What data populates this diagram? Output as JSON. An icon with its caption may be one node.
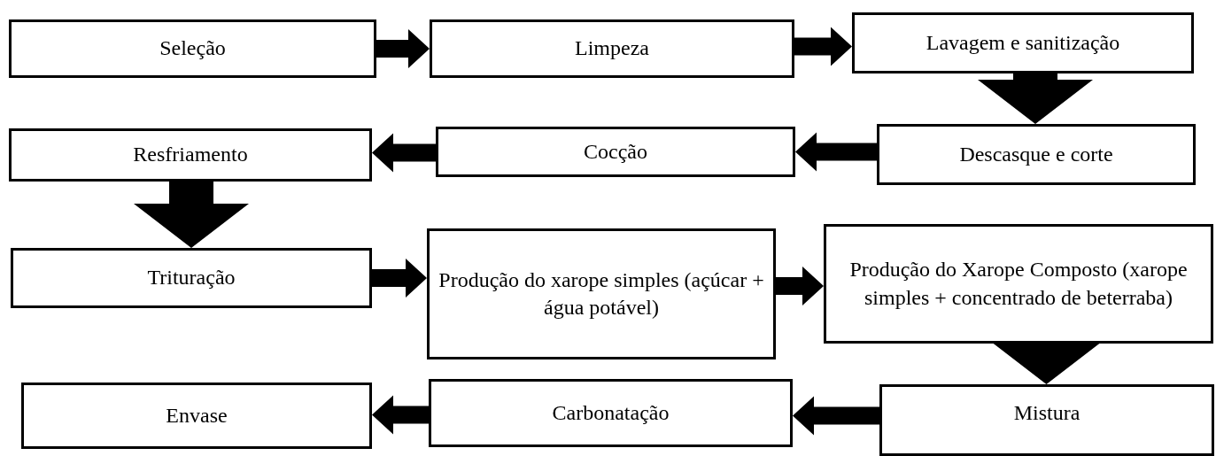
{
  "diagram": {
    "nodes": [
      {
        "text": [
          "Seleção"
        ]
      },
      {
        "text": [
          "Limpeza"
        ]
      },
      {
        "text": [
          "Lavagem e sanitização"
        ]
      },
      {
        "text": [
          "Descasque e corte"
        ]
      },
      {
        "text": [
          "Cocção"
        ]
      },
      {
        "text": [
          "Resfriamento"
        ]
      },
      {
        "text": [
          "Trituração"
        ]
      },
      {
        "text": [
          "Produção do xarope simples (açúcar + água potável)"
        ]
      },
      {
        "text": [
          "Produção do Xarope Composto (xarope simples + concentrado de beterraba)"
        ]
      },
      {
        "text": [
          "Mistura"
        ]
      },
      {
        "text": [
          "Carbonatação"
        ]
      },
      {
        "text": [
          "Envase"
        ]
      }
    ],
    "edges": [
      {
        "from": 0,
        "to": 1,
        "arrow": "to",
        "style": "thick"
      },
      {
        "from": 1,
        "to": 2,
        "arrow": "to",
        "style": "thick"
      },
      {
        "from": 2,
        "to": 3,
        "arrow": "to",
        "style": "thick"
      },
      {
        "from": 3,
        "to": 4,
        "arrow": "to",
        "style": "thick"
      },
      {
        "from": 4,
        "to": 5,
        "arrow": "to",
        "style": "thick"
      },
      {
        "from": 5,
        "to": 6,
        "arrow": "to",
        "style": "thick"
      },
      {
        "from": 6,
        "to": 7,
        "arrow": "to",
        "style": "thick"
      },
      {
        "from": 7,
        "to": 8,
        "arrow": "to",
        "style": "thick"
      },
      {
        "from": 8,
        "to": 9,
        "arrow": "to",
        "style": "thick"
      },
      {
        "from": 9,
        "to": 10,
        "arrow": "to",
        "style": "thick"
      },
      {
        "from": 10,
        "to": 11,
        "arrow": "to",
        "style": "thick"
      }
    ]
  }
}
